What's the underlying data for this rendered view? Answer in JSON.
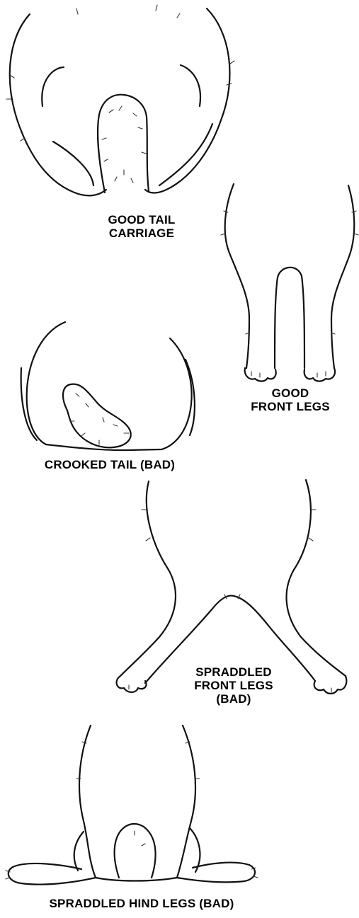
{
  "figures": [
    {
      "id": "good-tail-carriage",
      "caption": [
        "GOOD TAIL",
        "CARRIAGE"
      ]
    },
    {
      "id": "good-front-legs",
      "caption": [
        "GOOD",
        "FRONT LEGS"
      ]
    },
    {
      "id": "crooked-tail",
      "caption": [
        "CROOKED TAIL (BAD)"
      ]
    },
    {
      "id": "spraddled-front-legs",
      "caption": [
        "SPRADDLED",
        "FRONT LEGS",
        "(BAD)"
      ]
    },
    {
      "id": "spraddled-hind-legs",
      "caption": [
        "SPRADDLED HIND LEGS (BAD)"
      ]
    }
  ]
}
